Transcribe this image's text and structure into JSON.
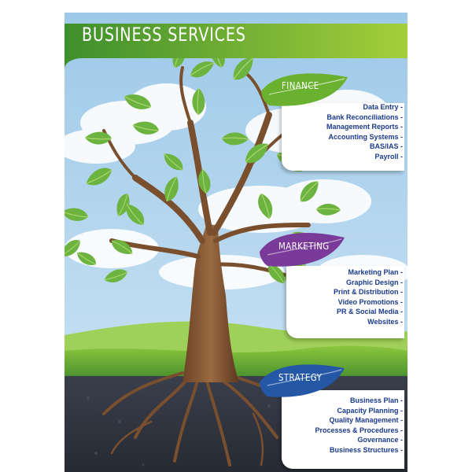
{
  "title": "BUSINESS SERVICES",
  "colors": {
    "banner": "#7fb83a",
    "finance": "#6ab130",
    "marketing": "#7a3a9a",
    "strategy": "#2458a6",
    "list_text": "#1b3a8c"
  },
  "sections": [
    {
      "name": "FINANCE",
      "items": [
        "Data Entry -",
        "Bank Reconciliations -",
        "Management Reports -",
        "Accounting Systems -",
        "BAS/IAS -",
        "Payroll -"
      ]
    },
    {
      "name": "MARKETING",
      "items": [
        "Marketing Plan -",
        "Graphic Design -",
        "Print & Distribution -",
        "Video Promotions -",
        "PR & Social Media -",
        "Websites -"
      ]
    },
    {
      "name": "STRATEGY",
      "items": [
        "Business Plan -",
        "Capacity Planning -",
        "Quality Management -",
        "Processes & Procedures -",
        "Governance -",
        "Business Structures -"
      ]
    }
  ]
}
